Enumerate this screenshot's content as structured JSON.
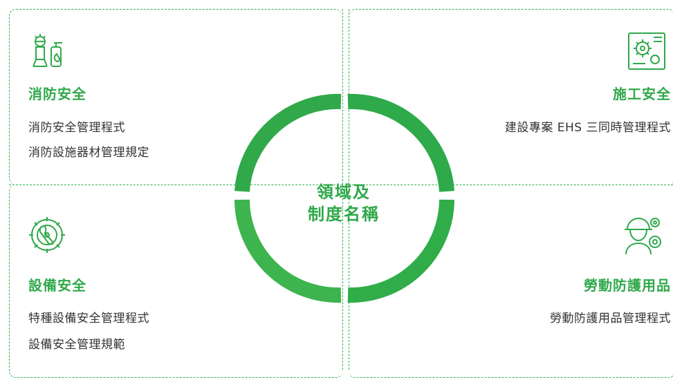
{
  "center": {
    "line1": "領域及",
    "line2": "制度名稱"
  },
  "quadrants": {
    "fire": {
      "title": "消防安全",
      "items": [
        "消防安全管理程式",
        "消防設施器材管理規定"
      ],
      "icon": "fire-safety-icon"
    },
    "construction": {
      "title": "施工安全",
      "items": [
        "建設專案 EHS 三同時管理程式"
      ],
      "icon": "construction-gear-icon"
    },
    "equipment": {
      "title": "設備安全",
      "items": [
        "特種設備安全管理程式",
        "設備安全管理規範"
      ],
      "icon": "equipment-gear-wrench-icon"
    },
    "ppe": {
      "title": "勞動防護用品",
      "items": [
        "勞動防護用品管理程式"
      ],
      "icon": "worker-helmet-icon"
    }
  },
  "colors": {
    "accent": "#2fa84a",
    "ring": "#2fb34a",
    "text": "#333333"
  }
}
